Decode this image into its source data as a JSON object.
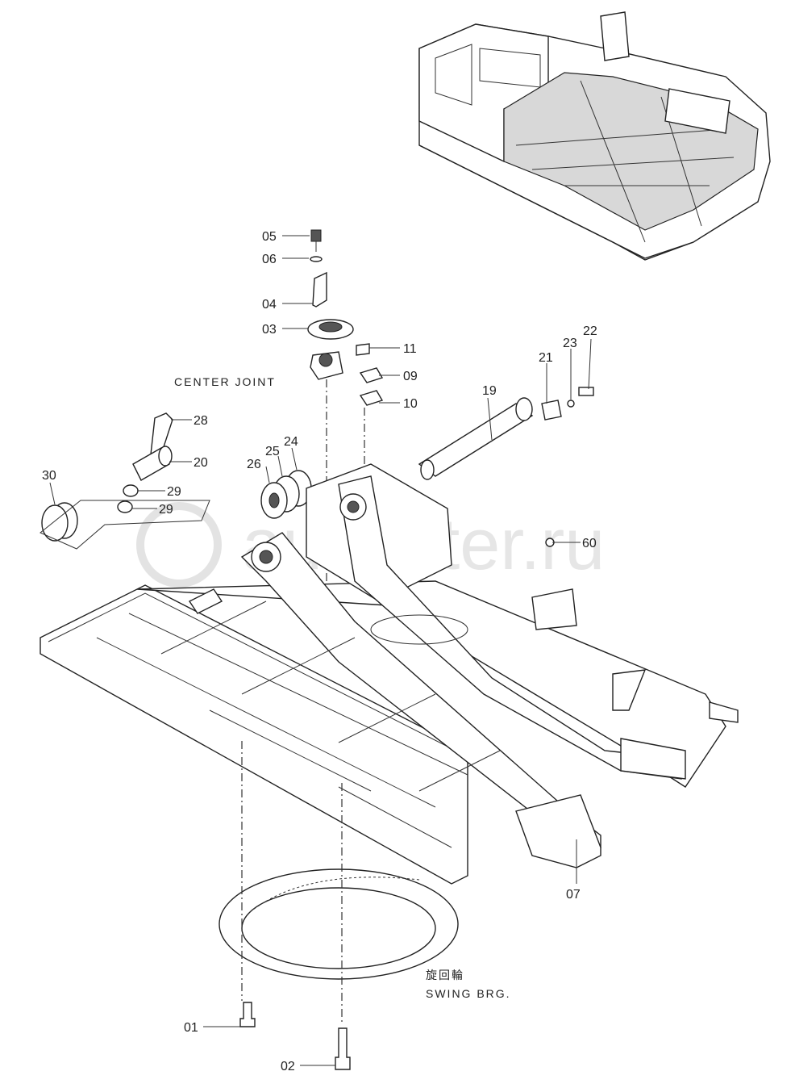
{
  "captions": {
    "center_joint": "CENTER JOINT",
    "swing_brg_jp": "旋回輪",
    "swing_brg": "SWING BRG."
  },
  "watermark": "autopiter.ru",
  "callouts": {
    "p01": "01",
    "p02": "02",
    "p03": "03",
    "p04": "04",
    "p05": "05",
    "p06": "06",
    "p07": "07",
    "p09": "09",
    "p10": "10",
    "p11": "11",
    "p19": "19",
    "p20": "20",
    "p21": "21",
    "p22": "22",
    "p23": "23",
    "p24": "24",
    "p25": "25",
    "p26": "26",
    "p28": "28",
    "p29a": "29",
    "p29b": "29",
    "p30": "30",
    "p60": "60"
  }
}
